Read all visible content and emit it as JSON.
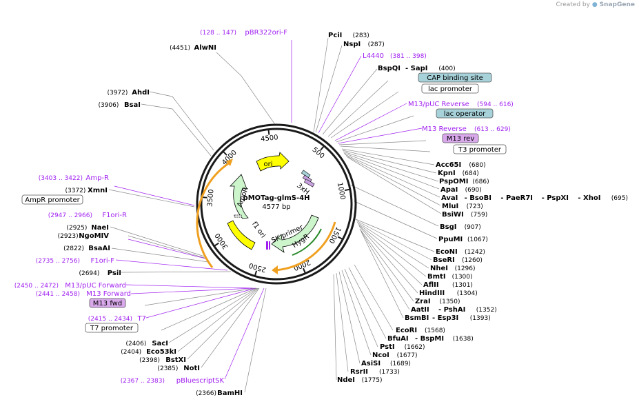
{
  "credit": {
    "prefix": "Created by",
    "brand": "SnapGene"
  },
  "plasmid": {
    "name": "pMOTag-glmS-4H",
    "size": "4577 bp"
  },
  "ring_ticks": [
    "500",
    "1000",
    "1500",
    "2000",
    "2500",
    "3000",
    "3500",
    "4000",
    "4500"
  ],
  "features": {
    "ori": "ori",
    "ampr": "AmpR",
    "f1ori": "f1 ori",
    "hygr": "HygR",
    "skprimer": "SK primer",
    "his": "3xH"
  },
  "colors": {
    "ring": "#1a1a1a",
    "ori": "#ffff00",
    "ampr": "#ccf5cc",
    "arrow_orange": "#f0a020",
    "primer": "#a020f0",
    "box_blue": "#a7d2da"
  },
  "labels_left": [
    {
      "name": "AlwNI",
      "pos": "(4451)"
    },
    {
      "name": "AhdI",
      "pos": "(3972)"
    },
    {
      "name": "BsaI",
      "pos": "(3906)"
    },
    {
      "name": "Amp-R",
      "pos": "(3403 .. 3422)",
      "feature": true
    },
    {
      "name": "XmnI",
      "pos": "(3372)"
    },
    {
      "name": "AmpR promoter",
      "box": "white"
    },
    {
      "name": "F1ori-R",
      "pos": "(2947 .. 2966)",
      "feature": true
    },
    {
      "name": "NaeI",
      "pos": "(2925)"
    },
    {
      "name": "NgoMIV",
      "pos": "(2923)"
    },
    {
      "name": "BsaAI",
      "pos": "(2822)"
    },
    {
      "name": "F1ori-F",
      "pos": "(2735 .. 2756)",
      "feature": true
    },
    {
      "name": "PsiI",
      "pos": "(2694)"
    },
    {
      "name": "M13/pUC Forward",
      "pos": "(2450 .. 2472)",
      "feature": true
    },
    {
      "name": "M13 Forward",
      "pos": "(2441 .. 2458)",
      "feature": true
    },
    {
      "name": "M13 fwd",
      "box": "purple"
    },
    {
      "name": "T7",
      "pos": "(2415 .. 2434)",
      "feature": true
    },
    {
      "name": "T7 promoter",
      "box": "white"
    },
    {
      "name": "SacI",
      "pos": "(2406)"
    },
    {
      "name": "Eco53kI",
      "pos": "(2404)"
    },
    {
      "name": "BstXI",
      "pos": "(2398)"
    },
    {
      "name": "NotI",
      "pos": "(2385)"
    },
    {
      "name": "pBluescriptSK",
      "pos": "(2367 .. 2383)",
      "feature": true
    },
    {
      "name": "BamHI",
      "pos": "(2366)"
    }
  ],
  "labels_top": [
    {
      "name": "pBR322ori-F",
      "pos": "(128 .. 147)",
      "feature": true
    },
    {
      "name": "PciI",
      "pos": "(283)"
    },
    {
      "name": "NspI",
      "pos": "(287)"
    },
    {
      "name": "L4440",
      "pos": "(381 .. 398)",
      "feature": true
    },
    {
      "name": "BspQI",
      "name2": "- SapI",
      "pos": "(400)"
    },
    {
      "name": "CAP binding site",
      "box": "blue"
    },
    {
      "name": "lac promoter",
      "box": "white"
    },
    {
      "name": "M13/pUC Reverse",
      "pos": "(594 .. 616)",
      "feature": true
    },
    {
      "name": "lac operator",
      "box": "blue"
    },
    {
      "name": "M13 Reverse",
      "pos": "(613 .. 629)",
      "feature": true
    },
    {
      "name": "M13 rev",
      "box": "purple"
    },
    {
      "name": "T3 promoter",
      "box": "white"
    }
  ],
  "labels_right": [
    {
      "name": "Acc65I",
      "pos": "(680)"
    },
    {
      "name": "KpnI",
      "pos": "(684)"
    },
    {
      "name": "PspOMI",
      "pos": "(686)"
    },
    {
      "name": "ApaI",
      "pos": "(690)"
    },
    {
      "name": "AvaI",
      "extra": [
        "- BsoBI",
        "- PaeR7I",
        "- PspXI",
        "- XhoI"
      ],
      "pos": "(695)"
    },
    {
      "name": "MluI",
      "pos": "(723)"
    },
    {
      "name": "BsiWI",
      "pos": "(759)"
    },
    {
      "name": "BsgI",
      "pos": "(907)"
    },
    {
      "name": "PpuMI",
      "pos": "(1067)"
    },
    {
      "name": "EcoNI",
      "pos": "(1242)"
    },
    {
      "name": "BseRI",
      "pos": "(1260)"
    },
    {
      "name": "NheI",
      "pos": "(1296)"
    },
    {
      "name": "BmtI",
      "pos": "(1300)"
    },
    {
      "name": "AflII",
      "pos": "(1301)"
    },
    {
      "name": "HindIII",
      "pos": "(1304)"
    },
    {
      "name": "ZraI",
      "pos": "(1350)"
    },
    {
      "name": "AatII",
      "name2": "- PshAI",
      "pos": "(1352)"
    },
    {
      "name": "BsmBI",
      "name2": "- Esp3I",
      "pos": "(1393)"
    },
    {
      "name": "EcoRI",
      "pos": "(1568)"
    },
    {
      "name": "BfuAI",
      "name2": "- BspMI",
      "pos": "(1638)"
    },
    {
      "name": "PstI",
      "pos": "(1662)"
    },
    {
      "name": "NcoI",
      "pos": "(1677)"
    },
    {
      "name": "AsiSI",
      "pos": "(1689)"
    },
    {
      "name": "RsrII",
      "pos": "(1733)"
    },
    {
      "name": "NdeI",
      "pos": "(1775)"
    }
  ]
}
